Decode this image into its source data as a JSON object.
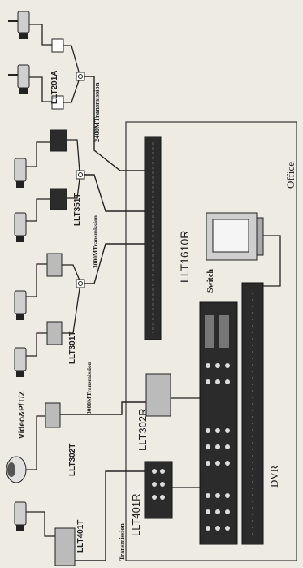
{
  "labels": {
    "llt201a": "LLT201A",
    "tx2400": "2400MTransmission",
    "llt351t": "LLT351T",
    "tx3000_top": "3000MTransmission",
    "llt1610r": "LLT1610R",
    "llt301t": "LLT301T",
    "tx3000_mid": "3000MTransmission",
    "video_ptz": "Video&P/T/Z",
    "llt302t": "LLT302T",
    "llt302r": "LLT302R",
    "llt401t": "LLT401T",
    "tx_bottom": "Transmission",
    "llt401r": "LLT401R",
    "switch": "Switch",
    "dvr": "DVR",
    "office": "Office"
  },
  "colors": {
    "ink": "#222222",
    "paper": "#eeebe3",
    "device_light": "#cfcfcf",
    "device_dark": "#2b2b2b",
    "screen": "#f5f5f5"
  }
}
